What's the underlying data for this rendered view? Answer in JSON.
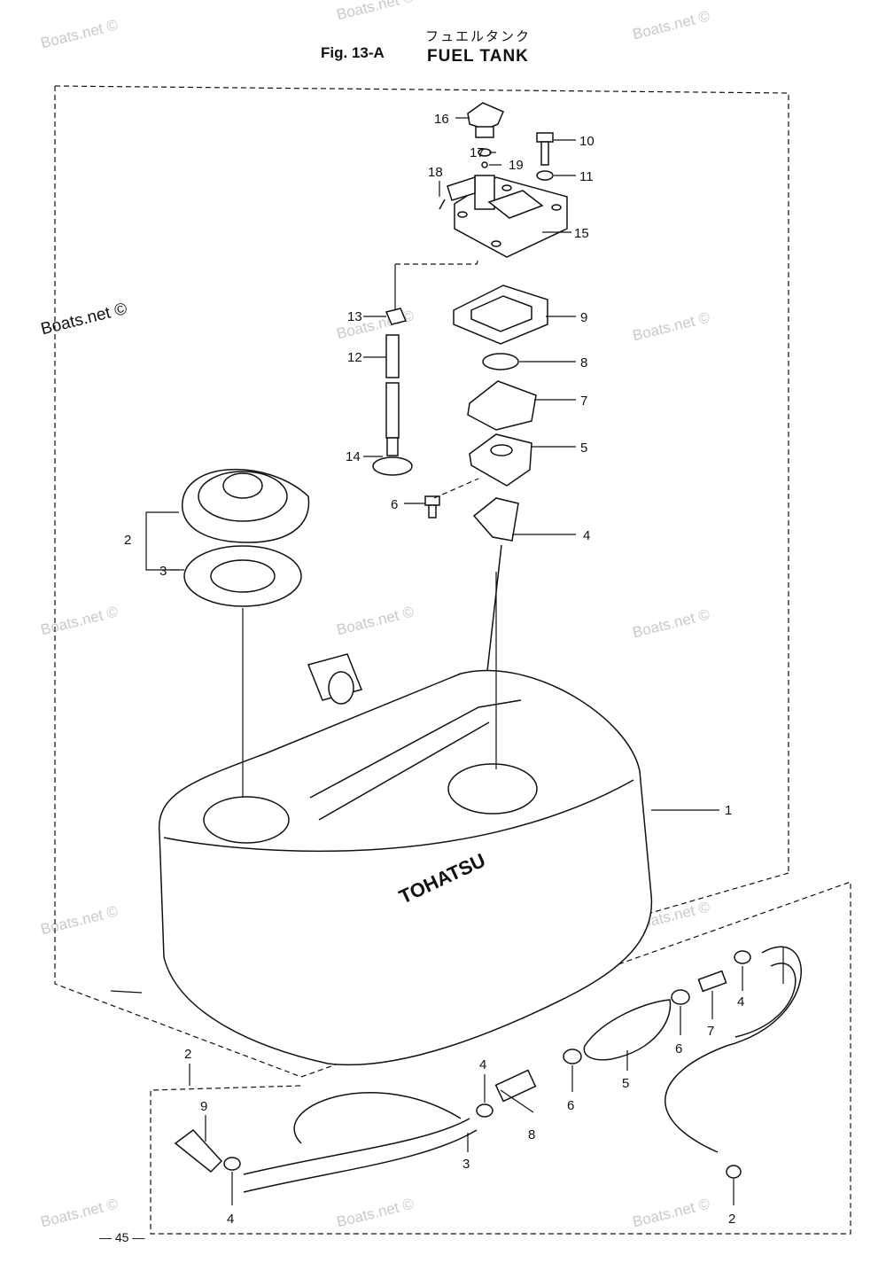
{
  "header": {
    "title_kana": "フュエルタンク",
    "fig_number": "Fig. 13-A",
    "fig_title": "FUEL TANK"
  },
  "watermarks": {
    "faint": "Boats.net ©",
    "strong": "Boats.net ©"
  },
  "tank_brand": "TOHATSU",
  "callouts": [
    "16",
    "17",
    "19",
    "18",
    "10",
    "11",
    "15",
    "13",
    "9",
    "12",
    "8",
    "7",
    "5",
    "14",
    "6",
    "4",
    "2",
    "3",
    "1",
    "2",
    "9",
    "4",
    "3",
    "4",
    "8",
    "6",
    "5",
    "6",
    "7",
    "4",
    "2"
  ],
  "footer": {
    "page_number": "— 45 —"
  }
}
